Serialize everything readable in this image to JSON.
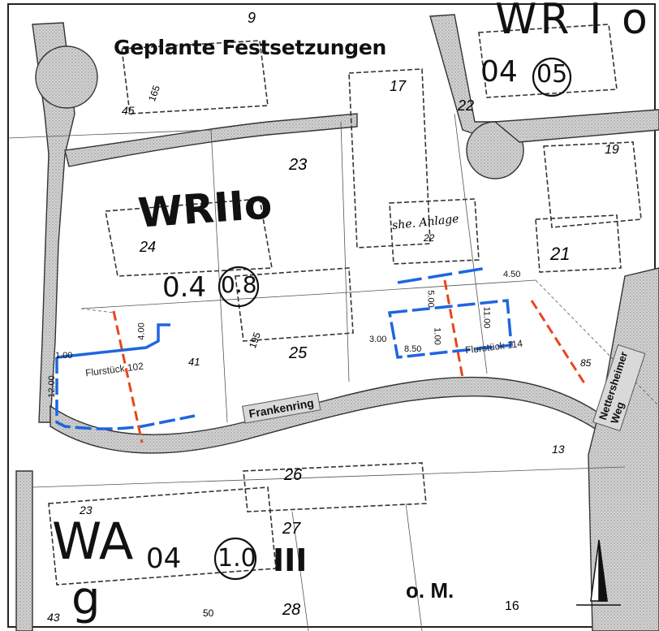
{
  "map": {
    "title": "Geplante Festsetzungen",
    "streets": {
      "frankenring": "Frankenring",
      "nettersheimer": "Nettersheimer Weg"
    },
    "parcels": {
      "p102": "Flurstück 102",
      "p114": "Flurstück 114"
    },
    "zones": {
      "wr_top": "WR I o",
      "wr_mid": "WRIIo",
      "wa": "WA",
      "wa_sub": "g",
      "grz_top": "04",
      "gfz_top": "05",
      "grz_mid": "0.4",
      "gfz_mid": "0.8",
      "grz_wa": "04",
      "gfz_wa": "1.0",
      "floors_wa": "III"
    },
    "dimensions": {
      "d1": "1.00",
      "d2": "12.00",
      "d3": "4.00",
      "d4": "5.00",
      "d5": "4.50",
      "d6": "11.00",
      "d7": "1.00",
      "d8": "3.00",
      "d9": "8.50"
    },
    "house_numbers": [
      "9",
      "17",
      "22",
      "23",
      "24",
      "21",
      "25",
      "41",
      "45",
      "19",
      "13",
      "26",
      "27",
      "28",
      "23",
      "43",
      "50",
      "16",
      "165",
      "195",
      "85"
    ],
    "annotations": {
      "she_anlage": "she. Anlage",
      "sub_22": "22"
    },
    "map_scale": "o. M.",
    "colors": {
      "planned_boundary": "#1e66e0",
      "proposed_split": "#e8461a",
      "road_fill": "#c8c8c8"
    }
  }
}
